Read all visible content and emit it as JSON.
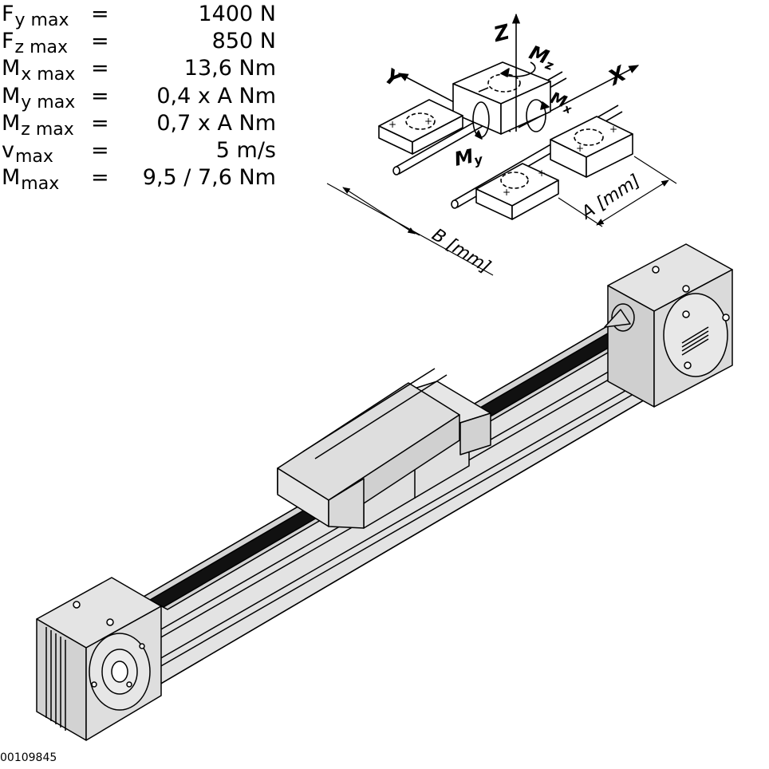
{
  "specs": [
    {
      "symbol": "F",
      "sub": "y max",
      "eq": "=",
      "value": "1400 N"
    },
    {
      "symbol": "F",
      "sub": "z max",
      "eq": "=",
      "value": "850 N"
    },
    {
      "symbol": "M",
      "sub": "x max",
      "eq": "=",
      "value": "13,6 Nm"
    },
    {
      "symbol": "M",
      "sub": "y max",
      "eq": "=",
      "value": "0,4 x A Nm"
    },
    {
      "symbol": "M",
      "sub": "z max",
      "eq": "=",
      "value": "0,7 x A Nm"
    },
    {
      "symbol": "v",
      "sub": "max",
      "eq": "=",
      "value": "5 m/s"
    },
    {
      "symbol": "M",
      "sub": "max",
      "eq": "=",
      "value": "9,5 / 7,6 Nm"
    }
  ],
  "axes": {
    "z": "Z",
    "y": "Y",
    "x": "X",
    "mz": "M",
    "mz_sub": "z",
    "mx": "M",
    "mx_sub": "x",
    "my": "M",
    "my_sub": "y"
  },
  "dimensions": {
    "a": "A [mm]",
    "b": "B [mm]"
  },
  "caption": "00109845",
  "colors": {
    "line": "#000000",
    "body_fill": "#d9d9d9",
    "light_fill": "#e8e8e8",
    "belt": "#111111",
    "background": "#ffffff"
  }
}
